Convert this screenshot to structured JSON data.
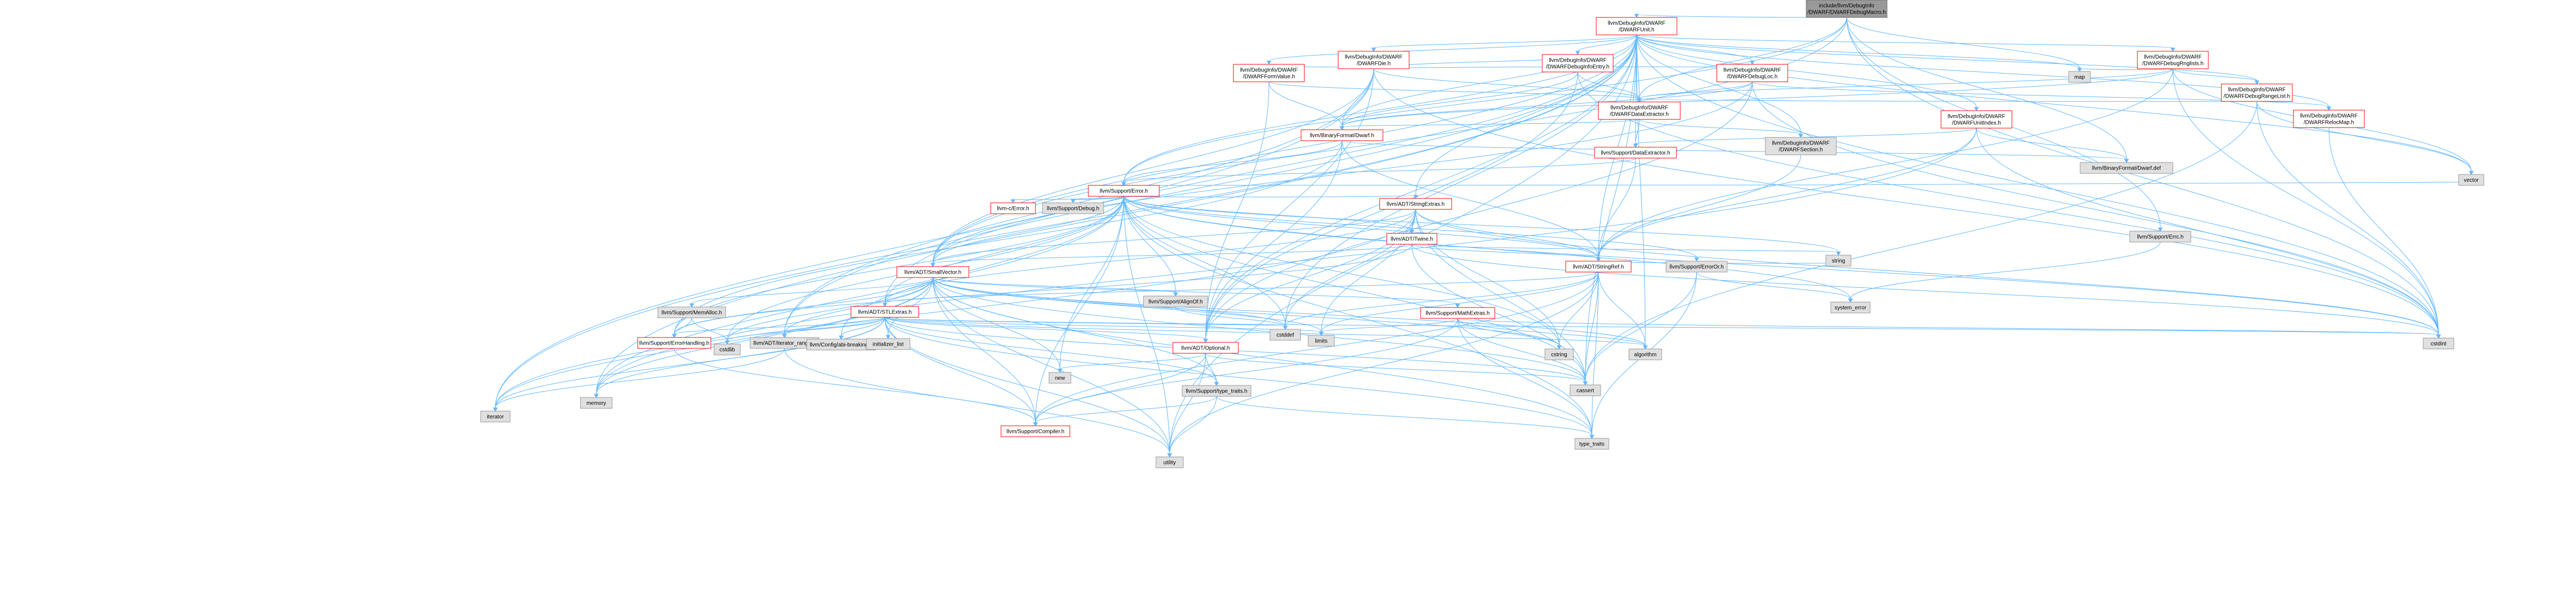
{
  "graph": {
    "title": "include/llvm/DebugInfo/DWARF/DWARFDebugMacro.h",
    "colors": {
      "root_fill": "#999999",
      "local_fill": "#ffffff",
      "local_stroke": "#ff0000",
      "external_fill": "#e0e0e0",
      "external_stroke": "#999999",
      "edge": "#63b8ff"
    },
    "nodes": [
      {
        "id": "n0",
        "kind": "root",
        "lines": [
          "include/llvm/DebugInfo",
          "/DWARF/DWARFDebugMacro.h"
        ]
      },
      {
        "id": "n1",
        "kind": "local",
        "lines": [
          "llvm/DebugInfo/DWARF",
          "/DWARFUnit.h"
        ]
      },
      {
        "id": "n2",
        "kind": "local",
        "lines": [
          "llvm/DebugInfo/DWARF",
          "/DWARFDie.h"
        ]
      },
      {
        "id": "n3",
        "kind": "local",
        "lines": [
          "llvm/DebugInfo/DWARF",
          "/DWARFDebugInfoEntry.h"
        ]
      },
      {
        "id": "n4",
        "kind": "local",
        "lines": [
          "llvm/DebugInfo/DWARF",
          "/DWARFFormValue.h"
        ]
      },
      {
        "id": "n5",
        "kind": "local",
        "lines": [
          "llvm/DebugInfo/DWARF",
          "/DWARFDebugLoc.h"
        ]
      },
      {
        "id": "n6",
        "kind": "local",
        "lines": [
          "llvm/DebugInfo/DWARF",
          "/DWARFDebugRnglists.h"
        ]
      },
      {
        "id": "n7",
        "kind": "local",
        "lines": [
          "llvm/DebugInfo/DWARF",
          "/DWARFDebugRangeList.h"
        ]
      },
      {
        "id": "n8",
        "kind": "local",
        "lines": [
          "llvm/DebugInfo/DWARF",
          "/DWARFDataExtractor.h"
        ]
      },
      {
        "id": "n9",
        "kind": "local",
        "lines": [
          "llvm/DebugInfo/DWARF",
          "/DWARFUnitIndex.h"
        ]
      },
      {
        "id": "n10",
        "kind": "local",
        "lines": [
          "llvm/DebugInfo/DWARF",
          "/DWARFRelocMap.h"
        ]
      },
      {
        "id": "n11",
        "kind": "external",
        "lines": [
          "llvm/DebugInfo/DWARF",
          "/DWARFSection.h"
        ]
      },
      {
        "id": "n12",
        "kind": "local",
        "lines": [
          "llvm/BinaryFormat/Dwarf.h"
        ]
      },
      {
        "id": "n13",
        "kind": "local",
        "lines": [
          "llvm/Support/DataExtractor.h"
        ]
      },
      {
        "id": "n14",
        "kind": "external",
        "lines": [
          "llvm/BinaryFormat/Dwarf.def"
        ]
      },
      {
        "id": "n15",
        "kind": "local",
        "lines": [
          "llvm/Support/Error.h"
        ]
      },
      {
        "id": "n16",
        "kind": "local",
        "lines": [
          "llvm-c/Error.h"
        ]
      },
      {
        "id": "n17",
        "kind": "external",
        "lines": [
          "llvm/Support/Debug.h"
        ]
      },
      {
        "id": "n18",
        "kind": "local",
        "lines": [
          "llvm/ADT/StringExtras.h"
        ]
      },
      {
        "id": "n19",
        "kind": "local",
        "lines": [
          "llvm/ADT/Twine.h"
        ]
      },
      {
        "id": "n20",
        "kind": "local",
        "lines": [
          "llvm/ADT/StringRef.h"
        ]
      },
      {
        "id": "n21",
        "kind": "local",
        "lines": [
          "llvm/ADT/SmallVector.h"
        ]
      },
      {
        "id": "n22",
        "kind": "external",
        "lines": [
          "llvm/Support/ErrorOr.h"
        ]
      },
      {
        "id": "n23",
        "kind": "external",
        "lines": [
          "llvm/Support/Errc.h"
        ]
      },
      {
        "id": "n24",
        "kind": "local",
        "lines": [
          "llvm/ADT/STLExtras.h"
        ]
      },
      {
        "id": "n25",
        "kind": "local",
        "lines": [
          "llvm/Support/MathExtras.h"
        ]
      },
      {
        "id": "n26",
        "kind": "external",
        "lines": [
          "llvm/Support/MemAlloc.h"
        ]
      },
      {
        "id": "n27",
        "kind": "external",
        "lines": [
          "llvm/Support/AlignOf.h"
        ]
      },
      {
        "id": "n28",
        "kind": "local",
        "lines": [
          "llvm/Support/ErrorHandling.h"
        ]
      },
      {
        "id": "n29",
        "kind": "external",
        "lines": [
          "llvm/ADT/iterator_range.h"
        ]
      },
      {
        "id": "n30",
        "kind": "local",
        "lines": [
          "llvm/ADT/Optional.h"
        ]
      },
      {
        "id": "n31",
        "kind": "external",
        "lines": [
          "llvm/Support/type_traits.h"
        ]
      },
      {
        "id": "n32",
        "kind": "local",
        "lines": [
          "llvm/Support/Compiler.h"
        ]
      },
      {
        "id": "n33",
        "kind": "external",
        "lines": [
          "llvm/Config/abi-breaking.h"
        ]
      },
      {
        "id": "n34",
        "kind": "external",
        "lines": [
          "map"
        ]
      },
      {
        "id": "n35",
        "kind": "external",
        "lines": [
          "vector"
        ]
      },
      {
        "id": "n36",
        "kind": "external",
        "lines": [
          "system_error"
        ]
      },
      {
        "id": "n37",
        "kind": "external",
        "lines": [
          "cstdint"
        ]
      },
      {
        "id": "n38",
        "kind": "external",
        "lines": [
          "cassert"
        ]
      },
      {
        "id": "n39",
        "kind": "external",
        "lines": [
          "cstddef"
        ]
      },
      {
        "id": "n40",
        "kind": "external",
        "lines": [
          "cstring"
        ]
      },
      {
        "id": "n41",
        "kind": "external",
        "lines": [
          "algorithm"
        ]
      },
      {
        "id": "n42",
        "kind": "external",
        "lines": [
          "limits"
        ]
      },
      {
        "id": "n43",
        "kind": "external",
        "lines": [
          "cstdlib"
        ]
      },
      {
        "id": "n44",
        "kind": "external",
        "lines": [
          "initializer_list"
        ]
      },
      {
        "id": "n45",
        "kind": "external",
        "lines": [
          "iterator"
        ]
      },
      {
        "id": "n46",
        "kind": "external",
        "lines": [
          "memory"
        ]
      },
      {
        "id": "n47",
        "kind": "external",
        "lines": [
          "new"
        ]
      },
      {
        "id": "n48",
        "kind": "external",
        "lines": [
          "utility"
        ]
      },
      {
        "id": "n49",
        "kind": "external",
        "lines": [
          "type_traits"
        ]
      },
      {
        "id": "n50",
        "kind": "external",
        "lines": [
          "string"
        ]
      }
    ],
    "edges": [
      [
        "n0",
        "n1"
      ],
      [
        "n0",
        "n15"
      ],
      [
        "n0",
        "n21"
      ],
      [
        "n0",
        "n8"
      ],
      [
        "n0",
        "n23"
      ],
      [
        "n0",
        "n34"
      ],
      [
        "n0",
        "n37"
      ],
      [
        "n0",
        "n14"
      ],
      [
        "n1",
        "n2"
      ],
      [
        "n1",
        "n3"
      ],
      [
        "n1",
        "n4"
      ],
      [
        "n1",
        "n5"
      ],
      [
        "n1",
        "n6"
      ],
      [
        "n1",
        "n7"
      ],
      [
        "n1",
        "n8"
      ],
      [
        "n1",
        "n9"
      ],
      [
        "n1",
        "n10"
      ],
      [
        "n1",
        "n11"
      ],
      [
        "n1",
        "n12"
      ],
      [
        "n1",
        "n13"
      ],
      [
        "n1",
        "n15"
      ],
      [
        "n1",
        "n18"
      ],
      [
        "n1",
        "n20"
      ],
      [
        "n1",
        "n21"
      ],
      [
        "n1",
        "n29"
      ],
      [
        "n1",
        "n30"
      ],
      [
        "n1",
        "n24"
      ],
      [
        "n1",
        "n34"
      ],
      [
        "n1",
        "n35"
      ],
      [
        "n1",
        "n37"
      ],
      [
        "n1",
        "n38"
      ],
      [
        "n1",
        "n39"
      ],
      [
        "n1",
        "n45"
      ],
      [
        "n1",
        "n46"
      ],
      [
        "n1",
        "n48"
      ],
      [
        "n1",
        "n41"
      ],
      [
        "n2",
        "n3"
      ],
      [
        "n2",
        "n4"
      ],
      [
        "n2",
        "n5"
      ],
      [
        "n2",
        "n8"
      ],
      [
        "n2",
        "n12"
      ],
      [
        "n2",
        "n29"
      ],
      [
        "n2",
        "n30"
      ],
      [
        "n2",
        "n37"
      ],
      [
        "n2",
        "n45"
      ],
      [
        "n2",
        "n21"
      ],
      [
        "n3",
        "n8"
      ],
      [
        "n3",
        "n12"
      ],
      [
        "n3",
        "n30"
      ],
      [
        "n3",
        "n37"
      ],
      [
        "n4",
        "n8"
      ],
      [
        "n4",
        "n12"
      ],
      [
        "n4",
        "n30"
      ],
      [
        "n5",
        "n8"
      ],
      [
        "n5",
        "n10"
      ],
      [
        "n5",
        "n12"
      ],
      [
        "n5",
        "n21"
      ],
      [
        "n5",
        "n30"
      ],
      [
        "n5",
        "n37"
      ],
      [
        "n6",
        "n7"
      ],
      [
        "n6",
        "n8"
      ],
      [
        "n6",
        "n12"
      ],
      [
        "n6",
        "n34"
      ],
      [
        "n6",
        "n35"
      ],
      [
        "n6",
        "n37"
      ],
      [
        "n6",
        "n20"
      ],
      [
        "n7",
        "n8"
      ],
      [
        "n7",
        "n37"
      ],
      [
        "n7",
        "n38"
      ],
      [
        "n7",
        "n35"
      ],
      [
        "n8",
        "n11"
      ],
      [
        "n8",
        "n12"
      ],
      [
        "n8",
        "n13"
      ],
      [
        "n9",
        "n13"
      ],
      [
        "n9",
        "n14"
      ],
      [
        "n9",
        "n20"
      ],
      [
        "n9",
        "n37"
      ],
      [
        "n9",
        "n46"
      ],
      [
        "n10",
        "n37"
      ],
      [
        "n11",
        "n20"
      ],
      [
        "n12",
        "n14"
      ],
      [
        "n12",
        "n15"
      ],
      [
        "n12",
        "n28"
      ],
      [
        "n12",
        "n20"
      ],
      [
        "n12",
        "n30"
      ],
      [
        "n13",
        "n15"
      ],
      [
        "n13",
        "n20"
      ],
      [
        "n15",
        "n16"
      ],
      [
        "n15",
        "n17"
      ],
      [
        "n15",
        "n18"
      ],
      [
        "n15",
        "n19"
      ],
      [
        "n15",
        "n20"
      ],
      [
        "n15",
        "n21"
      ],
      [
        "n15",
        "n22"
      ],
      [
        "n15",
        "n24"
      ],
      [
        "n15",
        "n27"
      ],
      [
        "n15",
        "n28"
      ],
      [
        "n15",
        "n32"
      ],
      [
        "n15",
        "n33"
      ],
      [
        "n15",
        "n36"
      ],
      [
        "n15",
        "n37"
      ],
      [
        "n15",
        "n38"
      ],
      [
        "n15",
        "n39"
      ],
      [
        "n15",
        "n40"
      ],
      [
        "n15",
        "n43"
      ],
      [
        "n15",
        "n46"
      ],
      [
        "n15",
        "n47"
      ],
      [
        "n15",
        "n48"
      ],
      [
        "n15",
        "n35"
      ],
      [
        "n15",
        "n50"
      ],
      [
        "n15",
        "n49"
      ],
      [
        "n18",
        "n19"
      ],
      [
        "n18",
        "n20"
      ],
      [
        "n18",
        "n21"
      ],
      [
        "n18",
        "n24"
      ],
      [
        "n18",
        "n30"
      ],
      [
        "n18",
        "n37"
      ],
      [
        "n18",
        "n40"
      ],
      [
        "n18",
        "n42"
      ],
      [
        "n18",
        "n45"
      ],
      [
        "n18",
        "n38"
      ],
      [
        "n18",
        "n39"
      ],
      [
        "n19",
        "n20"
      ],
      [
        "n19",
        "n21"
      ],
      [
        "n19",
        "n28"
      ],
      [
        "n19",
        "n38"
      ],
      [
        "n19",
        "n37"
      ],
      [
        "n19",
        "n50"
      ],
      [
        "n20",
        "n24"
      ],
      [
        "n20",
        "n32"
      ],
      [
        "n20",
        "n41"
      ],
      [
        "n20",
        "n38"
      ],
      [
        "n20",
        "n39"
      ],
      [
        "n20",
        "n40"
      ],
      [
        "n20",
        "n42"
      ],
      [
        "n20",
        "n49"
      ],
      [
        "n20",
        "n48"
      ],
      [
        "n20",
        "n50"
      ],
      [
        "n21",
        "n26"
      ],
      [
        "n21",
        "n27"
      ],
      [
        "n21",
        "n28"
      ],
      [
        "n21",
        "n29"
      ],
      [
        "n21",
        "n31"
      ],
      [
        "n21",
        "n32"
      ],
      [
        "n21",
        "n25"
      ],
      [
        "n21",
        "n41"
      ],
      [
        "n21",
        "n38"
      ],
      [
        "n21",
        "n39"
      ],
      [
        "n21",
        "n43"
      ],
      [
        "n21",
        "n40"
      ],
      [
        "n21",
        "n44"
      ],
      [
        "n21",
        "n45"
      ],
      [
        "n21",
        "n42"
      ],
      [
        "n21",
        "n46"
      ],
      [
        "n21",
        "n47"
      ],
      [
        "n21",
        "n49"
      ],
      [
        "n21",
        "n48"
      ],
      [
        "n22",
        "n36"
      ],
      [
        "n22",
        "n38"
      ],
      [
        "n22",
        "n49"
      ],
      [
        "n23",
        "n36"
      ],
      [
        "n24",
        "n29"
      ],
      [
        "n24",
        "n30"
      ],
      [
        "n24",
        "n28"
      ],
      [
        "n24",
        "n32"
      ],
      [
        "n24",
        "n33"
      ],
      [
        "n24",
        "n31"
      ],
      [
        "n24",
        "n41"
      ],
      [
        "n24",
        "n38"
      ],
      [
        "n24",
        "n39"
      ],
      [
        "n24",
        "n37"
      ],
      [
        "n24",
        "n43"
      ],
      [
        "n24",
        "n44"
      ],
      [
        "n24",
        "n45"
      ],
      [
        "n24",
        "n42"
      ],
      [
        "n24",
        "n46"
      ],
      [
        "n24",
        "n49"
      ],
      [
        "n24",
        "n48"
      ],
      [
        "n25",
        "n32"
      ],
      [
        "n25",
        "n37"
      ],
      [
        "n25",
        "n40"
      ],
      [
        "n25",
        "n41"
      ],
      [
        "n25",
        "n38"
      ],
      [
        "n25",
        "n42"
      ],
      [
        "n25",
        "n49"
      ],
      [
        "n26",
        "n28"
      ],
      [
        "n26",
        "n43"
      ],
      [
        "n27",
        "n39"
      ],
      [
        "n28",
        "n32"
      ],
      [
        "n29",
        "n45"
      ],
      [
        "n29",
        "n48"
      ],
      [
        "n30",
        "n31"
      ],
      [
        "n30",
        "n32"
      ],
      [
        "n30",
        "n38"
      ],
      [
        "n30",
        "n47"
      ],
      [
        "n30",
        "n48"
      ],
      [
        "n31",
        "n32"
      ],
      [
        "n31",
        "n49"
      ],
      [
        "n31",
        "n48"
      ]
    ]
  }
}
